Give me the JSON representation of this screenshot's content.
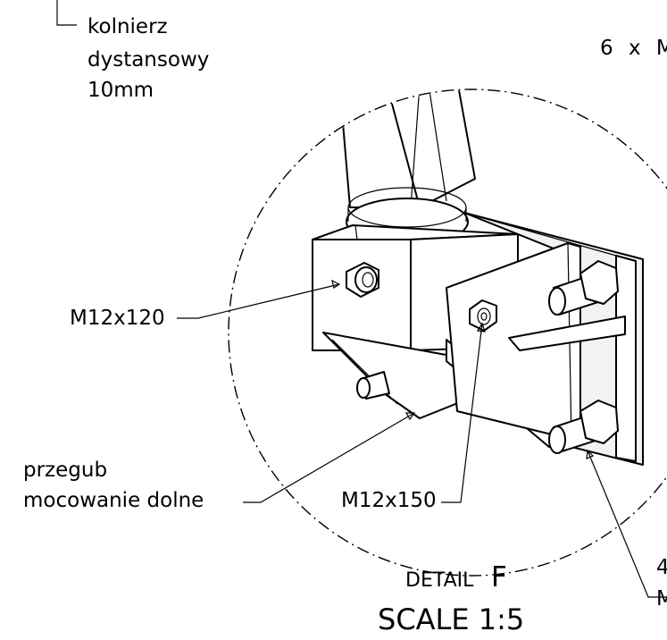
{
  "labels": {
    "flange": [
      "kolnierz",
      "dystansowy",
      "10mm"
    ],
    "bolt_count_cut": "6 x M",
    "bolt_upper": "M12x120",
    "bolt_lower": "M12x150",
    "joint": [
      "przegub",
      "mocowanie dolne"
    ],
    "detail_prefix": "DETAIL",
    "detail_letter": "F",
    "scale": "SCALE 1:5",
    "right_cut_1": "4",
    "right_cut_2": "M"
  }
}
